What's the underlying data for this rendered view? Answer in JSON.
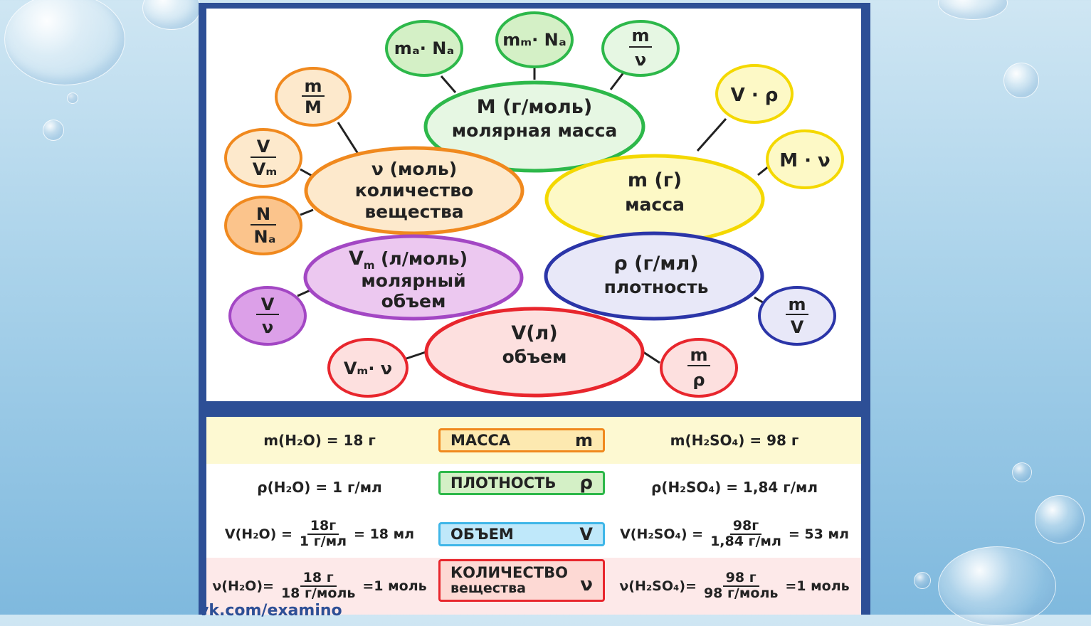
{
  "diagram": {
    "center_nodes": {
      "molar_mass": {
        "line1": "M (г/моль)",
        "line2": "молярная масса"
      },
      "amount": {
        "line1": "ν   (моль)",
        "line2": "количество",
        "line3": "вещества"
      },
      "mass": {
        "line1": "m (г)",
        "line2": "масса"
      },
      "molar_volume": {
        "line1": "(л/моль)",
        "line2": "молярный",
        "line3": "объем"
      },
      "density": {
        "line1": "ρ (г/мл)",
        "line2": "плотность"
      },
      "volume": {
        "line1": "V(л)",
        "line2": "объем"
      }
    },
    "formula_nodes": {
      "ma_na": "mₐ· Nₐ",
      "mm_na": "mₘ· Nₐ",
      "m_over_nu": {
        "num": "m",
        "den": "ν"
      },
      "m_over_M": {
        "num": "m",
        "den": "M"
      },
      "V_over_Vm": {
        "num": "V",
        "den": "Vₘ"
      },
      "N_over_NA": {
        "num": "N",
        "den": "Nₐ"
      },
      "v_rho": "V · ρ",
      "M_nu": "M · ν",
      "V_over_nu": {
        "num": "V",
        "den": "ν"
      },
      "m_over_V": {
        "num": "m",
        "den": "V"
      },
      "Vm_nu": "Vₘ· ν",
      "m_over_rho": {
        "num": "m",
        "den": "ρ"
      }
    },
    "colors": {
      "green": "#2db84a",
      "green_fill": "#e6f7e3",
      "orange": "#f0891e",
      "orange_fill": "#fde9cc",
      "yellow": "#f4d800",
      "yellow_fill": "#fdf9c6",
      "purple": "#a347c4",
      "purple_fill": "#ecc8f0",
      "blue": "#2b35a8",
      "blue_fill": "#e8e8f8",
      "red": "#e8262d",
      "red_fill": "#fde0df"
    }
  },
  "table": {
    "rows": [
      {
        "left": "m(H₂O) = 18 г",
        "label": "МАССА",
        "symbol": "m",
        "right": "m(H₂SO₄) = 98 г"
      },
      {
        "left": "ρ(H₂O) = 1 г/мл",
        "label": "ПЛОТНОСТЬ",
        "symbol": "ρ",
        "right": "ρ(H₂SO₄) = 1,84 г/мл"
      },
      {
        "left_pre": "V(H₂O) =",
        "left_num": "18г",
        "left_den": "1 г/мл",
        "left_post": "= 18 мл",
        "label": "ОБЪЕМ",
        "symbol": "V",
        "right_pre": "V(H₂SO₄) =",
        "right_num": "98г",
        "right_den": "1,84 г/мл",
        "right_post": "= 53 мл"
      },
      {
        "left_pre": "ν(H₂O)=",
        "left_num": "18 г",
        "left_den": "18 г/моль",
        "left_post": "=1 моль",
        "label1": "КОЛИЧЕСТВО",
        "label2": "вещества",
        "symbol": "ν",
        "right_pre": "ν(H₂SO₄)=",
        "right_num": "98 г",
        "right_den": "98 г/моль",
        "right_post": "=1 моль"
      }
    ]
  },
  "watermark": "vk.com/examino"
}
